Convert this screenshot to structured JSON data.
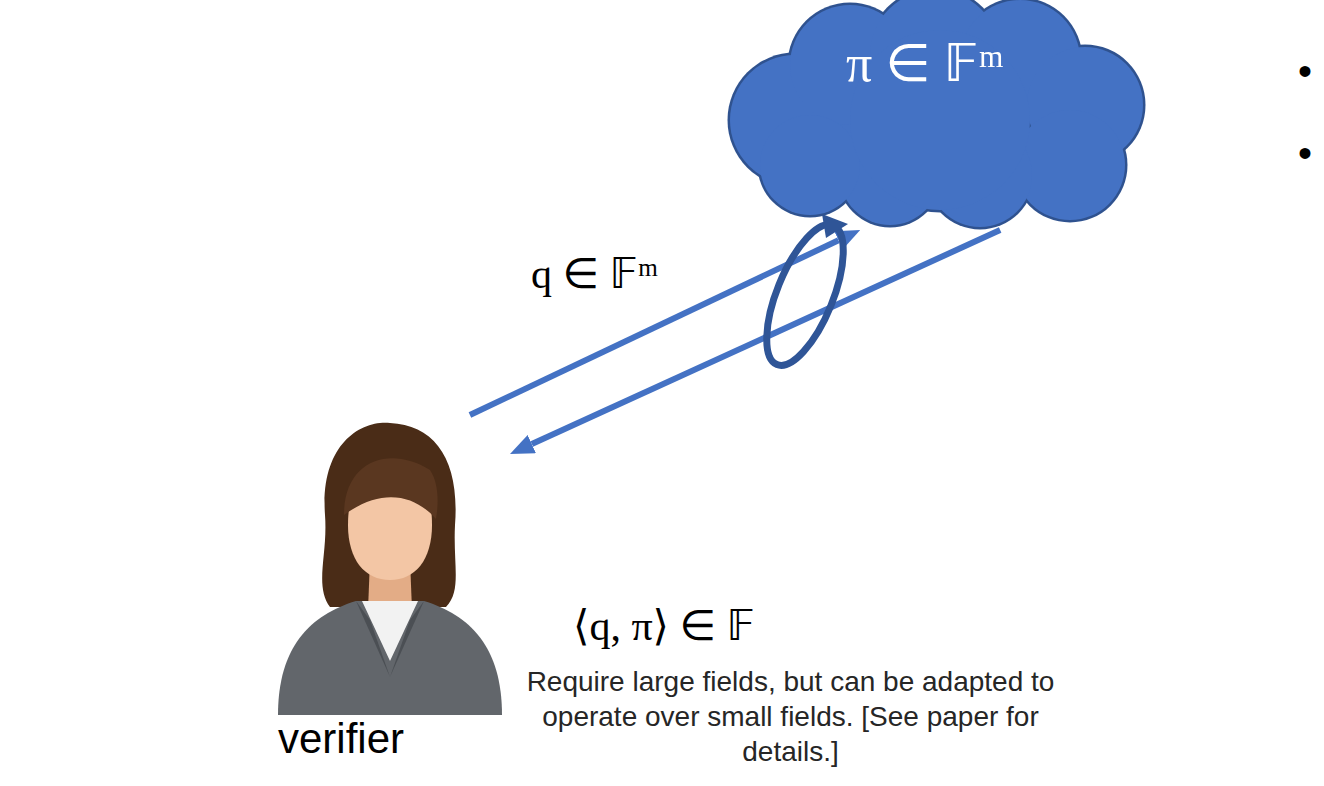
{
  "diagram": {
    "nodes": [
      {
        "text": [
          "π ∈ 𝔽ᵐ"
        ]
      },
      {
        "text": [
          "verifier"
        ]
      }
    ],
    "edges": [
      {
        "from": 1,
        "to": 0,
        "arrow": "to",
        "label": "q ∈ 𝔽ᵐ"
      },
      {
        "from": 0,
        "to": 1,
        "arrow": "to",
        "label": "⟨q, π⟩ ∈ 𝔽"
      }
    ],
    "labels": [
      "Require large fields, but can be adapted to operate over small fields. [See paper for details.]",
      "•",
      "•"
    ]
  }
}
